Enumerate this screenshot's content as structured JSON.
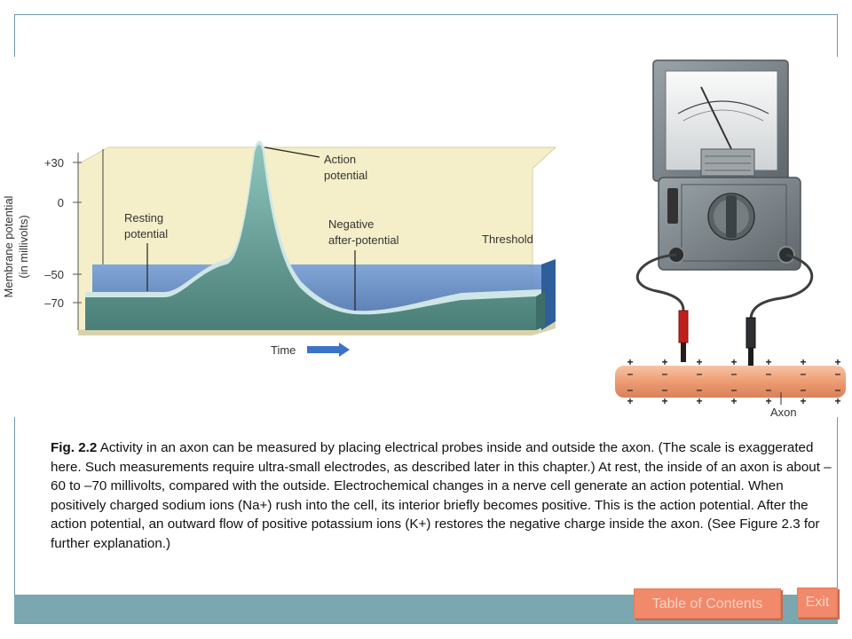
{
  "graph": {
    "ylabel_line1": "Membrane potential",
    "ylabel_line2": "(in millivolts)",
    "ticks": [
      "+30",
      "0",
      "–50",
      "–70"
    ],
    "labels": {
      "action_1": "Action",
      "action_2": "potential",
      "resting_1": "Resting",
      "resting_2": "potential",
      "negative_1": "Negative",
      "negative_2": "after-potential",
      "threshold": "Threshold",
      "time": "Time"
    }
  },
  "axon": {
    "label": "Axon",
    "charge_positive": "+",
    "charge_negative": "–"
  },
  "caption": {
    "fig_label": "Fig. 2.2",
    "text": " Activity in an axon can be measured by placing electrical probes inside and outside the axon. (The scale is exaggerated here. Such measurements require ultra-small electrodes, as described later in this chapter.) At rest, the inside of an axon is about –60 to –70 millivolts, compared with the outside. Electrochemical changes in a nerve cell generate an action potential. When positively charged sodium ions (Na+) rush into the cell, its interior briefly becomes positive. This is the action potential. After the action potential, an outward flow of positive potassium ions (K+) restores the  negative charge inside the axon. (See Figure 2.3 for further explanation.)"
  },
  "nav": {
    "toc_label": "Table of Contents",
    "exit_label": "Exit"
  },
  "colors": {
    "graph_bg": "#f4efc8",
    "threshold_band": "#5b84c4",
    "trace_fill": "#5e9a92",
    "axon": "#f0a47c",
    "button": "#f08a6a"
  }
}
